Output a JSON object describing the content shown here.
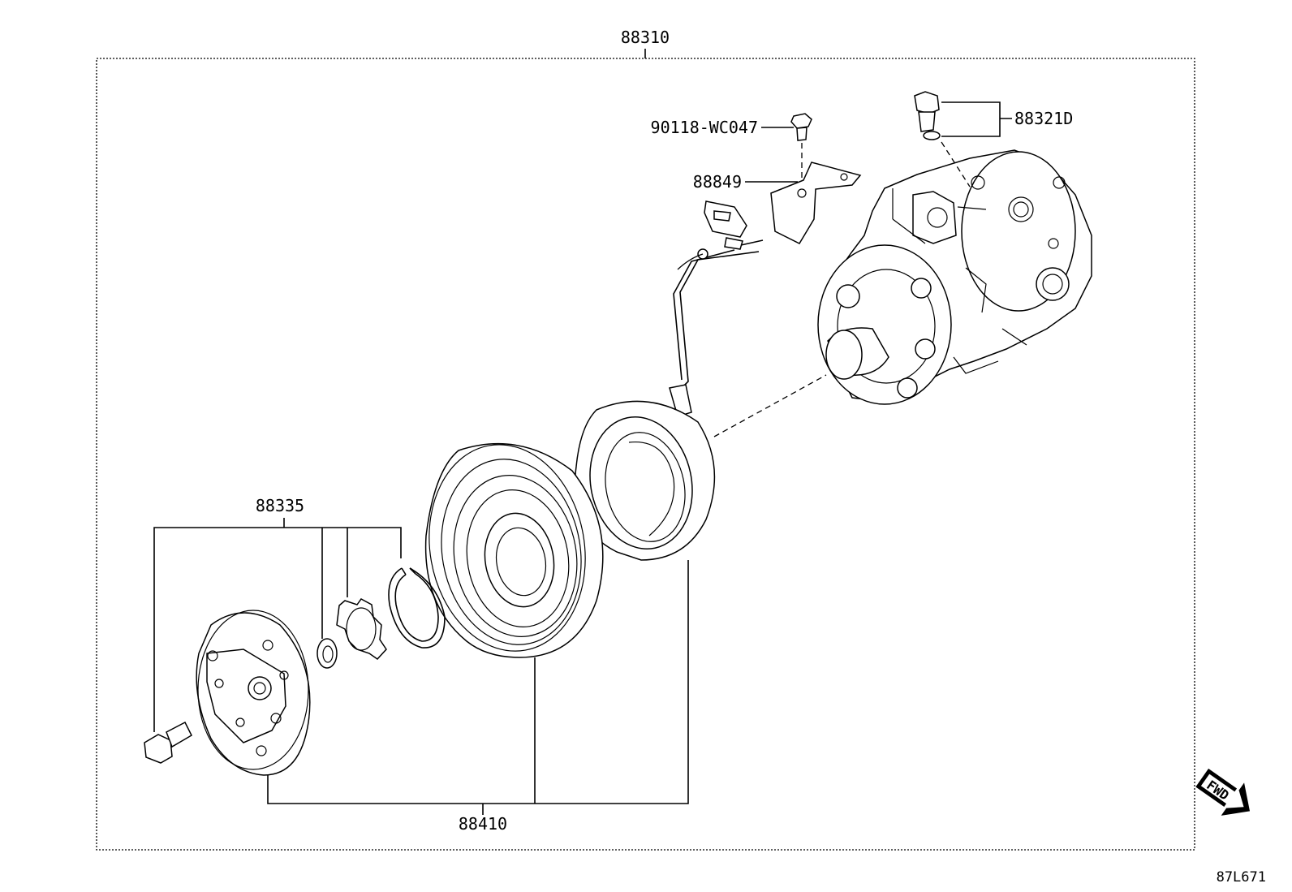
{
  "labels": {
    "assembly": "88310",
    "bolt": "90118-WC047",
    "valve": "88321D",
    "bracket": "88849",
    "plate_set": "88335",
    "clutch_set": "88410",
    "ref_code": "87L671",
    "fwd": "FWD"
  }
}
